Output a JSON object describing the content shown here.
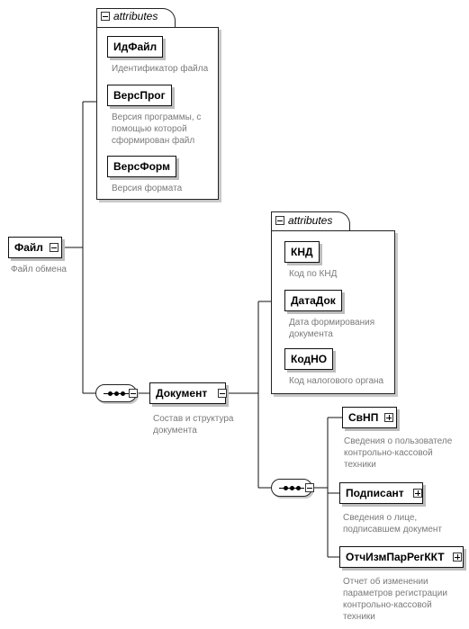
{
  "root": {
    "name": "Файл",
    "description": "Файл обмена"
  },
  "file_attributes": {
    "title": "attributes",
    "items": [
      {
        "name": "ИдФайл",
        "description": "Идентификатор файла"
      },
      {
        "name": "ВерсПрог",
        "description": "Версия программы, с помощью которой сформирован файл"
      },
      {
        "name": "ВерсФорм",
        "description": "Версия формата"
      }
    ]
  },
  "document": {
    "name": "Документ",
    "description": "Состав и структура документа"
  },
  "document_attributes": {
    "title": "attributes",
    "items": [
      {
        "name": "КНД",
        "description": "Код по КНД"
      },
      {
        "name": "ДатаДок",
        "description": "Дата формирования документа"
      },
      {
        "name": "КодНО",
        "description": "Код налогового органа"
      }
    ]
  },
  "document_children": [
    {
      "name": "СвНП",
      "description": "Сведения о пользователе контрольно-кассовой техники"
    },
    {
      "name": "Подписант",
      "description": "Сведения о лице, подписавшем документ"
    },
    {
      "name": "ОтчИзмПарРегККТ",
      "description": "Отчет об изменении параметров регистрации контрольно-кассовой техники"
    }
  ]
}
